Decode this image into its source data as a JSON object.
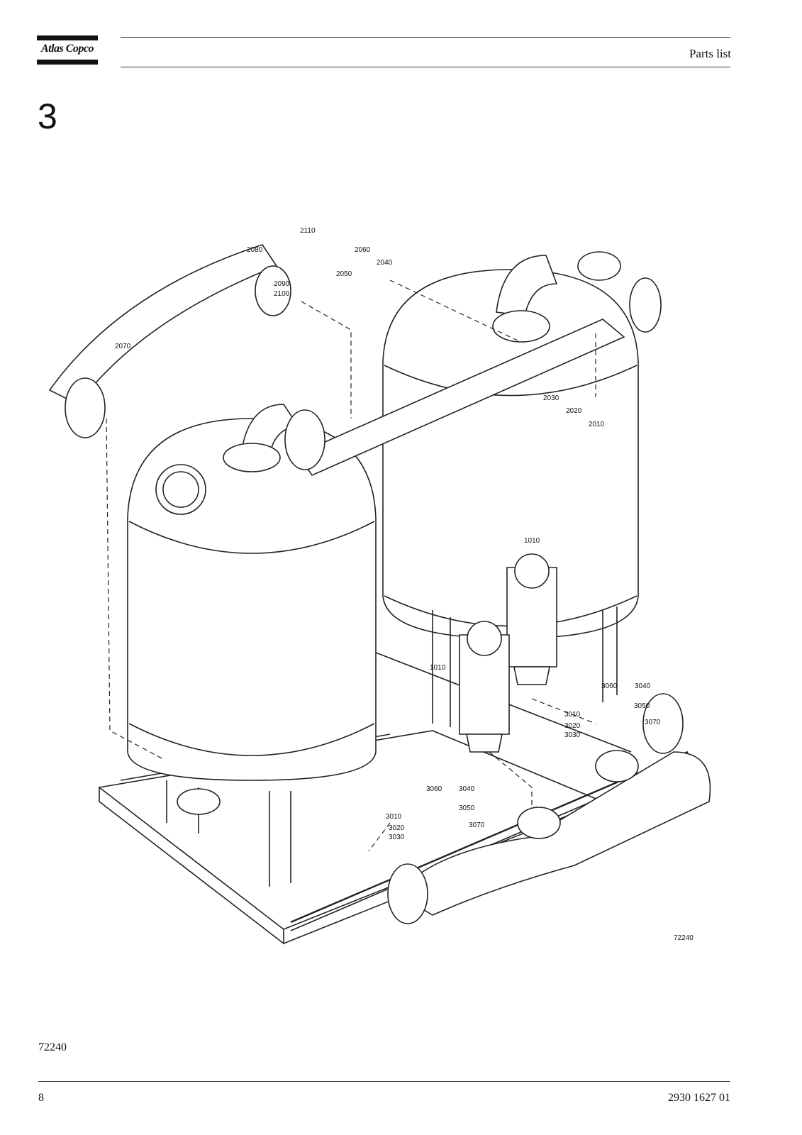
{
  "header": {
    "brand": "Atlas Copco",
    "title": "Parts list"
  },
  "section_number": "3",
  "drawing": {
    "callouts": {
      "c2110": "2110",
      "c2080": "2080",
      "c2060": "2060",
      "c2050": "2050",
      "c2040": "2040",
      "c2090": "2090",
      "c2100": "2100",
      "c2070": "2070",
      "c2030": "2030",
      "c2020": "2020",
      "c2010": "2010",
      "c1010a": "1010",
      "c1010b": "1010",
      "c3060a": "3060",
      "c3040a": "3040",
      "c3010a": "3010",
      "c3050a": "3050",
      "c3020a": "3020",
      "c3070a": "3070",
      "c3030a": "3030",
      "c3060b": "3060",
      "c3040b": "3040",
      "c3010b": "3010",
      "c3050b": "3050",
      "c3020b": "3020",
      "c3070b": "3070",
      "c3030b": "3030"
    },
    "drawing_id": "72240"
  },
  "figure_id": "72240",
  "footer": {
    "page_number": "8",
    "document_number": "2930 1627 01"
  }
}
